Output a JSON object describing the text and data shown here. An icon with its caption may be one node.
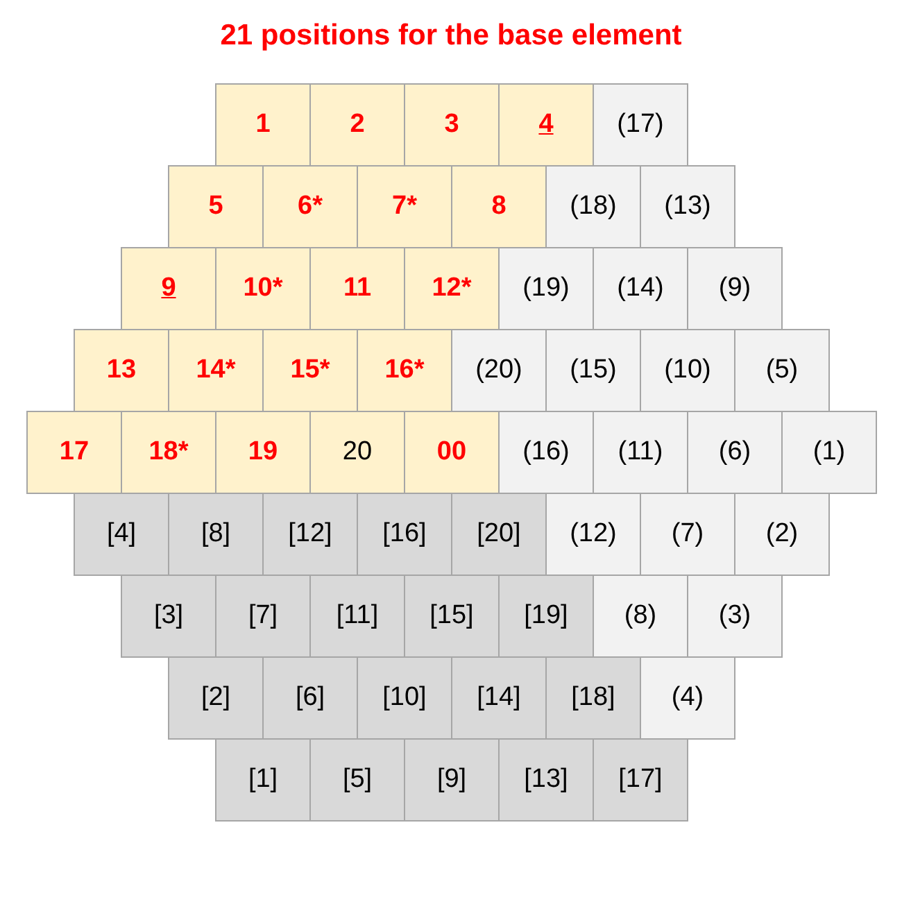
{
  "diagram": {
    "title": "21 positions for the base element",
    "nodes": [
      {
        "text": [
          "1"
        ]
      },
      {
        "text": [
          "2"
        ]
      },
      {
        "text": [
          "3"
        ]
      },
      {
        "text": [
          "4"
        ]
      },
      {
        "text": [
          "(17)"
        ]
      },
      {
        "text": [
          "5"
        ]
      },
      {
        "text": [
          "6*"
        ]
      },
      {
        "text": [
          "7*"
        ]
      },
      {
        "text": [
          "8"
        ]
      },
      {
        "text": [
          "(18)"
        ]
      },
      {
        "text": [
          "(13)"
        ]
      },
      {
        "text": [
          "9"
        ]
      },
      {
        "text": [
          "10*"
        ]
      },
      {
        "text": [
          "11"
        ]
      },
      {
        "text": [
          "12*"
        ]
      },
      {
        "text": [
          "(19)"
        ]
      },
      {
        "text": [
          "(14)"
        ]
      },
      {
        "text": [
          "(9)"
        ]
      },
      {
        "text": [
          "13"
        ]
      },
      {
        "text": [
          "14*"
        ]
      },
      {
        "text": [
          "15*"
        ]
      },
      {
        "text": [
          "16*"
        ]
      },
      {
        "text": [
          "(20)"
        ]
      },
      {
        "text": [
          "(15)"
        ]
      },
      {
        "text": [
          "(10)"
        ]
      },
      {
        "text": [
          "(5)"
        ]
      },
      {
        "text": [
          "17"
        ]
      },
      {
        "text": [
          "18*"
        ]
      },
      {
        "text": [
          "19"
        ]
      },
      {
        "text": [
          "20"
        ]
      },
      {
        "text": [
          "00"
        ]
      },
      {
        "text": [
          "(16)"
        ]
      },
      {
        "text": [
          "(11)"
        ]
      },
      {
        "text": [
          "(6)"
        ]
      },
      {
        "text": [
          "(1)"
        ]
      },
      {
        "text": [
          "[4]"
        ]
      },
      {
        "text": [
          "[8]"
        ]
      },
      {
        "text": [
          "[12]"
        ]
      },
      {
        "text": [
          "[16]"
        ]
      },
      {
        "text": [
          "[20]"
        ]
      },
      {
        "text": [
          "(12)"
        ]
      },
      {
        "text": [
          "(7)"
        ]
      },
      {
        "text": [
          "(2)"
        ]
      },
      {
        "text": [
          "[3]"
        ]
      },
      {
        "text": [
          "[7]"
        ]
      },
      {
        "text": [
          "[11]"
        ]
      },
      {
        "text": [
          "[15]"
        ]
      },
      {
        "text": [
          "[19]"
        ]
      },
      {
        "text": [
          "(8)"
        ]
      },
      {
        "text": [
          "(3)"
        ]
      },
      {
        "text": [
          "[2]"
        ]
      },
      {
        "text": [
          "[6]"
        ]
      },
      {
        "text": [
          "[10]"
        ]
      },
      {
        "text": [
          "[14]"
        ]
      },
      {
        "text": [
          "[18]"
        ]
      },
      {
        "text": [
          "(4)"
        ]
      },
      {
        "text": [
          "[1]"
        ]
      },
      {
        "text": [
          "[5]"
        ]
      },
      {
        "text": [
          "[9]"
        ]
      },
      {
        "text": [
          "[13]"
        ]
      },
      {
        "text": [
          "[17]"
        ]
      }
    ]
  }
}
